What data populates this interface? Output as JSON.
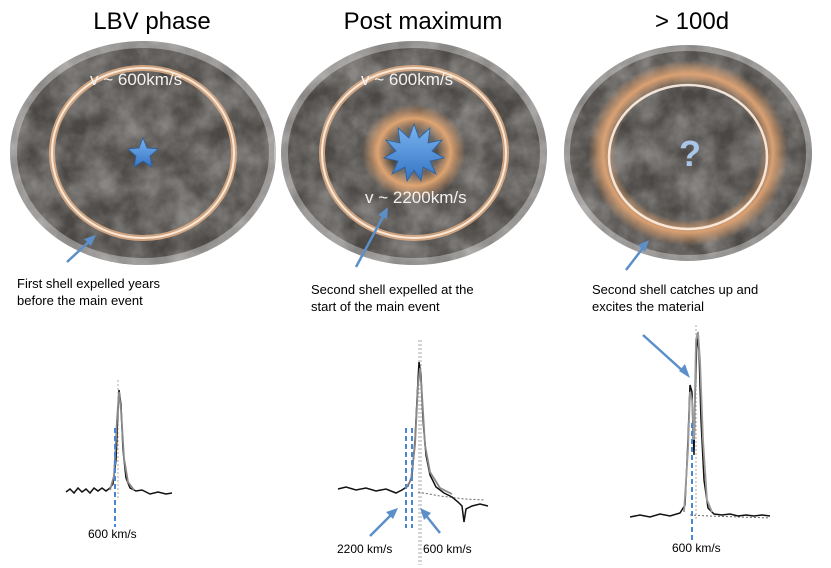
{
  "panels": [
    {
      "title": "LBV phase",
      "speed_label": "v ~ 600km/s",
      "caption_lines": [
        "First shell expelled years",
        "before the main event"
      ],
      "velocity_labels": [
        "600 km/s"
      ]
    },
    {
      "title": "Post maximum",
      "speed_label_outer": "v ~ 600km/s",
      "speed_label_inner": "v ~ 2200km/s",
      "caption_lines": [
        "Second shell expelled at the",
        "start of the main event"
      ],
      "velocity_labels": [
        "2200 km/s",
        "600 km/s"
      ]
    },
    {
      "title": "> 100d",
      "center_symbol": "?",
      "caption_lines": [
        "Second shell catches up and",
        "excites the material"
      ],
      "velocity_labels": [
        "600 km/s"
      ]
    }
  ],
  "colors": {
    "shell": "#f2c6a0",
    "shell_glow": "#d99a66",
    "star": "#4a90d9",
    "arrow": "#5b8fc9",
    "dash": "#4a86d4",
    "rock_dark": "#3a3836",
    "rock_light": "#6b6764"
  }
}
